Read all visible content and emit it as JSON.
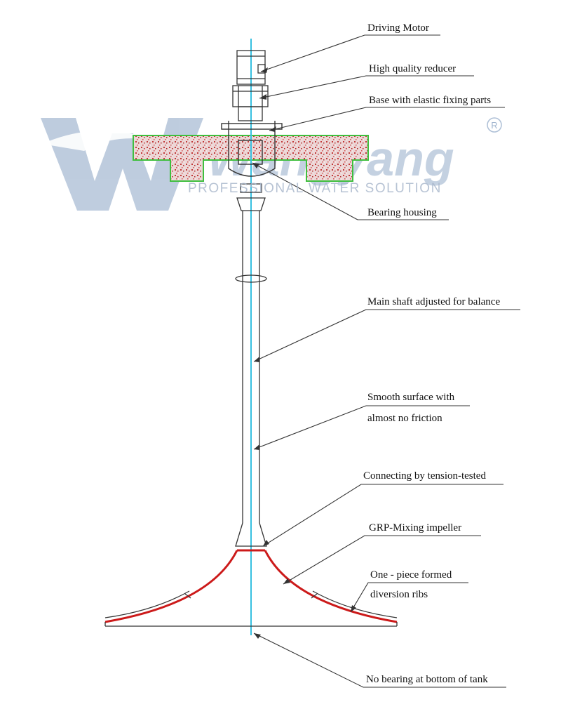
{
  "labels": {
    "driving_motor": "Driving Motor",
    "reducer": "High quality reducer",
    "base": "Base with elastic fixing parts",
    "bearing_housing": "Bearing housing",
    "main_shaft": "Main shaft adjusted for balance",
    "smooth_line1": "Smooth surface with",
    "smooth_line2": "almost no friction",
    "connecting": "Connecting by tension-tested",
    "impeller": "GRP-Mixing impeller",
    "ribs_line1": "One - piece formed",
    "ribs_line2": "diversion ribs",
    "no_bearing": "No bearing at bottom of tank"
  },
  "watermark": {
    "brand": "Wangyang",
    "tagline": "PROFESSIONAL WATER SOLUTION",
    "registered": "R"
  },
  "colors": {
    "line": "#333333",
    "axis": "#37c0e0",
    "impeller": "#cc1a1a",
    "slab_fill": "#e8c8c8",
    "slab_border": "#3fbf3f",
    "watermark": "#8aa4c4"
  }
}
